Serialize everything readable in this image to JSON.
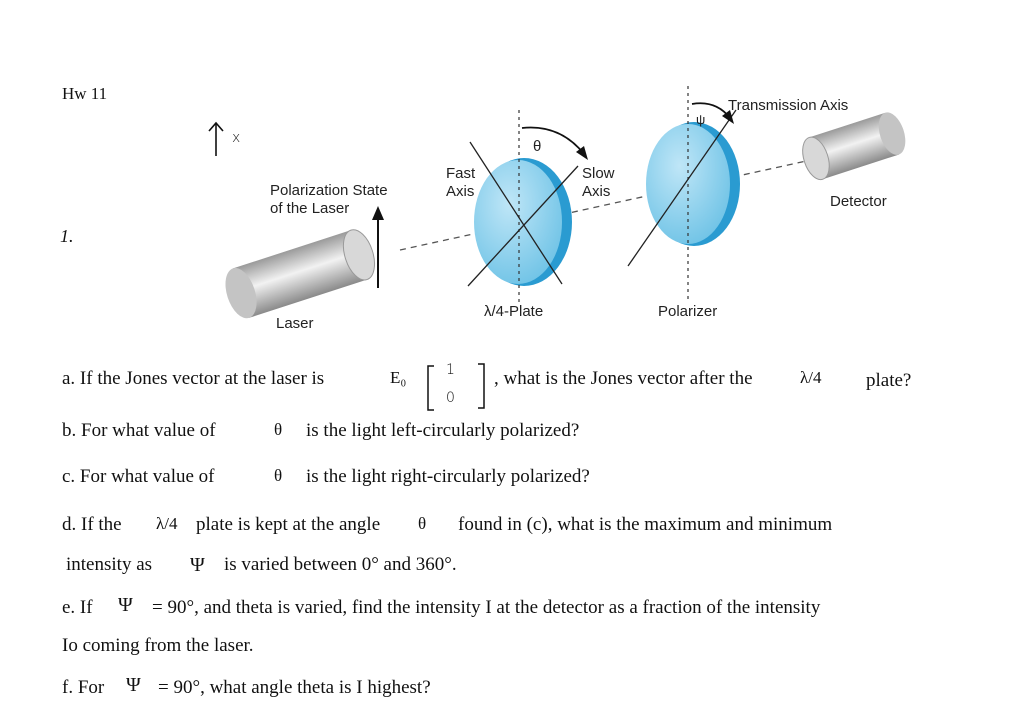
{
  "header": {
    "title": "Hw 11",
    "x_axis_label": "x",
    "problem_number": "1."
  },
  "diagram": {
    "polarization_state_label_1": "Polarization State",
    "polarization_state_label_2": "of the Laser",
    "laser_label": "Laser",
    "fast_axis_1": "Fast",
    "fast_axis_2": "Axis",
    "slow_axis_1": "Slow",
    "slow_axis_2": "Axis",
    "theta_symbol": "θ",
    "psi_symbol": "ψ",
    "waveplate_label": "λ/4-Plate",
    "polarizer_label": "Polarizer",
    "transmission_axis_label": "Transmission Axis",
    "detector_label": "Detector"
  },
  "questions": {
    "a": {
      "prefix": "a. If the Jones vector at the laser is",
      "e0": "E₀",
      "jones_top": "1",
      "jones_bottom": "0",
      "mid": ", what is the Jones vector after the",
      "lambda4": "λ/4",
      "suffix": "plate?"
    },
    "b": {
      "prefix": "b. For what value of",
      "theta": "θ",
      "suffix": "is the light left-circularly polarized?"
    },
    "c": {
      "prefix": "c. For what value of",
      "theta": "θ",
      "suffix": "is the light right-circularly polarized?"
    },
    "d": {
      "prefix": "d. If the",
      "lambda4": "λ/4",
      "mid": "plate is kept at the angle",
      "theta": "θ",
      "suffix": "found in (c), what is the maximum and minimum",
      "line2_prefix": "intensity as",
      "psi": "Ψ",
      "line2_suffix": "is varied between 0° and 360°."
    },
    "e": {
      "prefix": "e. If",
      "psi": "Ψ",
      "suffix": "= 90°, and theta is varied, find the intensity I at the detector as a fraction of the intensity",
      "line2": "Io coming from the laser."
    },
    "f": {
      "prefix": "f. For",
      "psi": "Ψ",
      "suffix": "= 90°, what angle theta is I highest?"
    }
  }
}
